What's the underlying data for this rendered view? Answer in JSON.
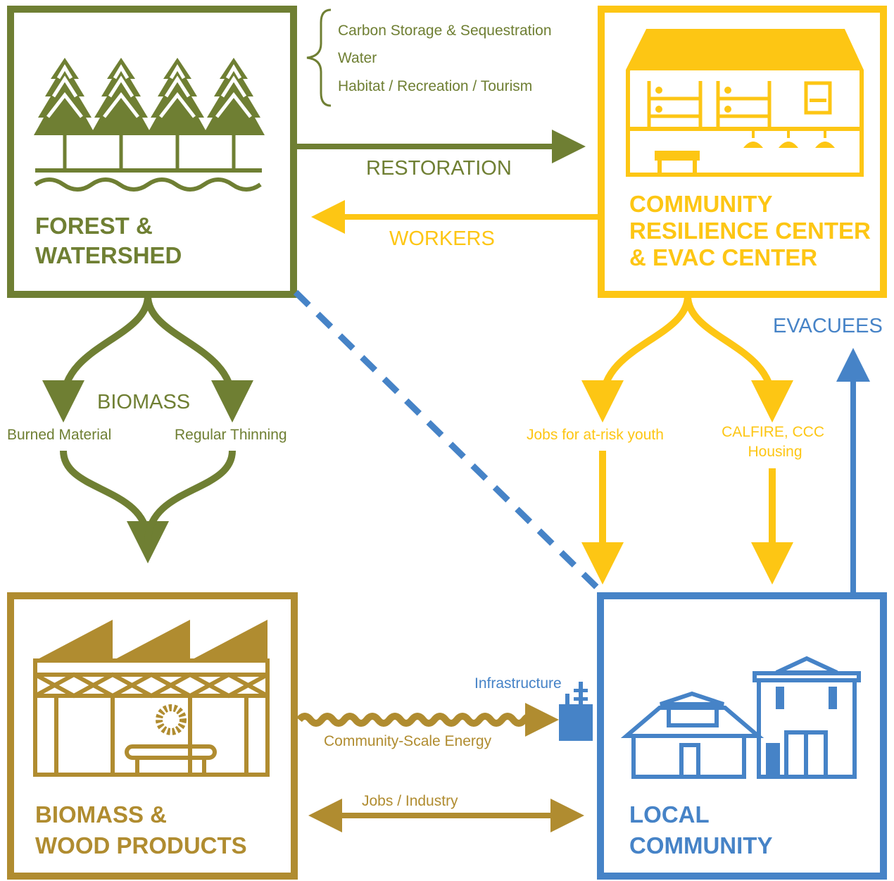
{
  "colors": {
    "forest": "#6f7f33",
    "resilience": "#fdc614",
    "biomass": "#b08c30",
    "community": "#4683c7",
    "background": "#ffffff"
  },
  "boxes": {
    "forest": {
      "title_lines": [
        "FOREST &",
        "WATERSHED"
      ],
      "icon": "pine-trees-and-water-icon"
    },
    "resilience": {
      "title_lines": [
        "COMMUNITY",
        "RESILIENCE CENTER",
        "& EVAC CENTER"
      ],
      "icon": "shelter-building-icon"
    },
    "biomass": {
      "title_lines": [
        "BIOMASS &",
        "WOOD PRODUCTS"
      ],
      "icon": "factory-icon"
    },
    "community": {
      "title_lines": [
        "LOCAL",
        "COMMUNITY"
      ],
      "icon": "houses-icon"
    }
  },
  "forest_benefits": [
    "Carbon Storage & Sequestration",
    "Water",
    "Habitat / Recreation / Tourism"
  ],
  "arrows": {
    "restoration": "RESTORATION",
    "workers": "WORKERS",
    "biomass": "BIOMASS",
    "burned_material": "Burned Material",
    "regular_thinning": "Regular Thinning",
    "jobs_youth": "Jobs for at-risk youth",
    "calfire_lines": [
      "CALFIRE, CCC",
      "Housing"
    ],
    "evacuees": "EVACUEES",
    "infrastructure": "Infrastructure",
    "energy": "Community-Scale Energy",
    "jobs_industry": "Jobs / Industry"
  }
}
